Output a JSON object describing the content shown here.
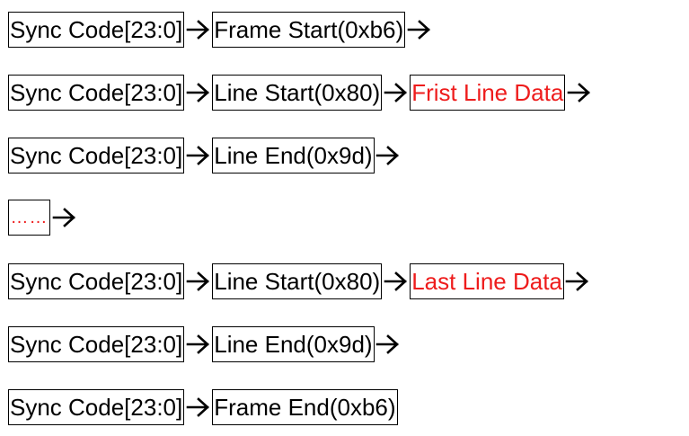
{
  "diagram": {
    "rows": [
      {
        "items": [
          {
            "text": "Sync Code[23:0]",
            "color": "#000000"
          },
          {
            "text": "Frame Start(0xb6)",
            "color": "#000000"
          }
        ],
        "trailing_arrow": true
      },
      {
        "items": [
          {
            "text": "Sync Code[23:0]",
            "color": "#000000"
          },
          {
            "text": "Line Start(0x80)",
            "color": "#000000"
          },
          {
            "text": "Frist Line Data",
            "color": "#ee1c1c"
          }
        ],
        "trailing_arrow": true
      },
      {
        "items": [
          {
            "text": "Sync Code[23:0]",
            "color": "#000000"
          },
          {
            "text": "Line End(0x9d)",
            "color": "#000000"
          }
        ],
        "trailing_arrow": true
      },
      {
        "items": [
          {
            "text": "……",
            "color": "#ee1c1c"
          }
        ],
        "trailing_arrow": true
      },
      {
        "items": [
          {
            "text": "Sync Code[23:0]",
            "color": "#000000"
          },
          {
            "text": "Line Start(0x80)",
            "color": "#000000"
          },
          {
            "text": "Last Line Data",
            "color": "#ee1c1c"
          }
        ],
        "trailing_arrow": true
      },
      {
        "items": [
          {
            "text": "Sync Code[23:0]",
            "color": "#000000"
          },
          {
            "text": "Line End(0x9d)",
            "color": "#000000"
          }
        ],
        "trailing_arrow": true
      },
      {
        "items": [
          {
            "text": "Sync Code[23:0]",
            "color": "#000000"
          },
          {
            "text": "Frame End(0xb6)",
            "color": "#000000"
          }
        ],
        "trailing_arrow": false
      }
    ],
    "icons": {
      "connector": "right-arrow-icon"
    }
  }
}
